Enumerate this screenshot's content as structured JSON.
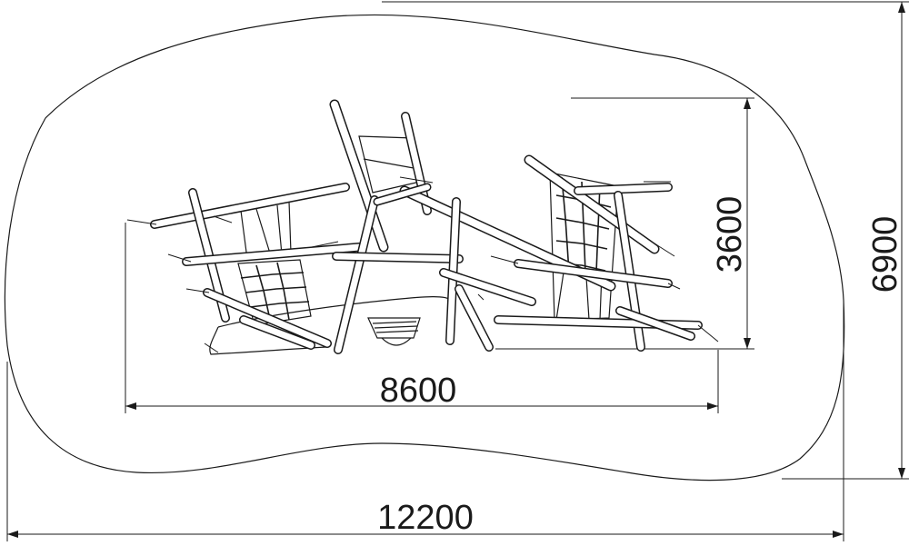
{
  "drawing": {
    "dimensions": {
      "overall_width": "12200",
      "overall_depth": "6900",
      "structure_width": "8600",
      "structure_depth": "3600"
    },
    "line_color": "#1a1a1a",
    "background": "#ffffff"
  }
}
